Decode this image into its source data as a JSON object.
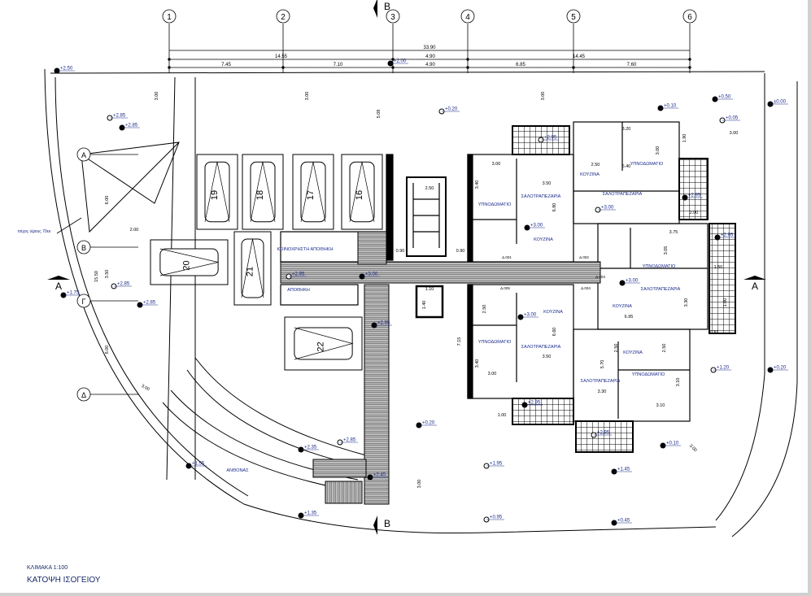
{
  "drawing": {
    "title": "ΚΑΤΟΨΗ ΙΣΟΓΕΙΟΥ",
    "scale": "ΚΛΙΜΑΚΑ 1:100",
    "colors": {
      "line": "#000000",
      "label": "#1a2a8a",
      "level": "#1a2a8a",
      "axis_number": "#c06000",
      "hatch": "#555555"
    }
  },
  "grid": {
    "columns": [
      "1",
      "2",
      "3",
      "4",
      "5",
      "6"
    ],
    "rows": [
      "Α",
      "Β",
      "Γ",
      "Δ"
    ]
  },
  "sections": {
    "a_left": "A",
    "a_right": "A",
    "b_top": "B",
    "b_bottom": "B"
  },
  "dimensions": {
    "overall": "33.90",
    "middle": [
      "14.55",
      "4.90",
      "14.45"
    ],
    "lower": [
      "7.45",
      "7.10",
      "4.90",
      "6.85",
      "7.60"
    ],
    "internal": [
      "3.00",
      "3.50",
      "6.80",
      "3.40",
      "2.50",
      "6.40",
      "3.20",
      "3.00",
      "2.50",
      "3.75",
      "3.05",
      "6.95",
      "3.30",
      "2.00",
      "1.90",
      "3.00",
      "2.30",
      "3.00",
      "3.50",
      "6.60",
      "3.40",
      "3.30",
      "3.10",
      "3.10",
      "5.70",
      "2.50",
      "2.50",
      "3.00",
      "3.00",
      "3.00",
      "5.08",
      "6.00",
      "2.00",
      "15.50",
      "3.50",
      "6.00",
      "3.00",
      "3.00",
      "3.00",
      "0.90",
      "0.90",
      "7.15",
      "2.50",
      "1.40",
      "1.10",
      "1.50",
      "1.00",
      "1.00"
    ]
  },
  "rooms": [
    "ΥΠΝΟΔΩΜΑΤΙΟ",
    "ΣΑΛΟΤΡΑΠΕΖΑΡΙΑ",
    "ΚΟΥΖΙΝΑ",
    "ΚΟΥΖΙΝΑ",
    "ΥΠΝΟΔΩΜΑΤΙΟ",
    "ΣΑΛΟΤΡΑΠΕΖΑΡΙΑ",
    "ΥΠΝΟΔΩΜΑΤΙΟ",
    "ΣΑΛΟΤΡΑΠΕΖΑΡΙΑ",
    "ΚΟΥΖΙΝΑ",
    "ΚΟΥΖΙΝΑ",
    "ΥΠΝΟΔΩΜΑΤΙΟ",
    "ΣΑΛΟΤΡΑΠΕΖΑΡΙΑ",
    "ΚΟΥΖΙΝΑ",
    "ΥΠΝΟΔΩΜΑΤΙΟ",
    "ΣΑΛΟΤΡΑΠΕΖΑΡΙΑ",
    "ΚΟΙΝΟΧΡΗΣΤΗ ΑΠΟΘΗΚΗ",
    "ΑΠΟΘΗΚΗ",
    "ΑΝΘΟΝΑΣ"
  ],
  "notes": {
    "wall_height": "τοίχος ύψους 70εκ"
  },
  "door_tags": [
    "Δ.001",
    "Δ.002",
    "Δ.003",
    "Δ.004",
    "Δ.005"
  ],
  "parking": [
    "19",
    "18",
    "17",
    "16",
    "20",
    "21",
    "22"
  ],
  "levels": [
    "+2.50",
    "+2.85",
    "+2.85",
    "+1.75",
    "+2.85",
    "+2.85",
    "+2.00",
    "+0.20",
    "+0.10",
    "+0.50",
    "+0.05",
    "±0.00",
    "+3.00",
    "+3.00",
    "+3.00",
    "+3.00",
    "+2.95",
    "+3.00",
    "+2.95",
    "+2.95",
    "+0.20",
    "+2.35",
    "+2.85",
    "+1.55",
    "+2.45",
    "+1.95",
    "+1.45",
    "+0.10",
    "+1.20",
    "+0.20",
    "+1.35",
    "+0.95",
    "+0.45",
    "+2.95",
    "+2.95",
    "+2.95",
    "+2.95"
  ]
}
